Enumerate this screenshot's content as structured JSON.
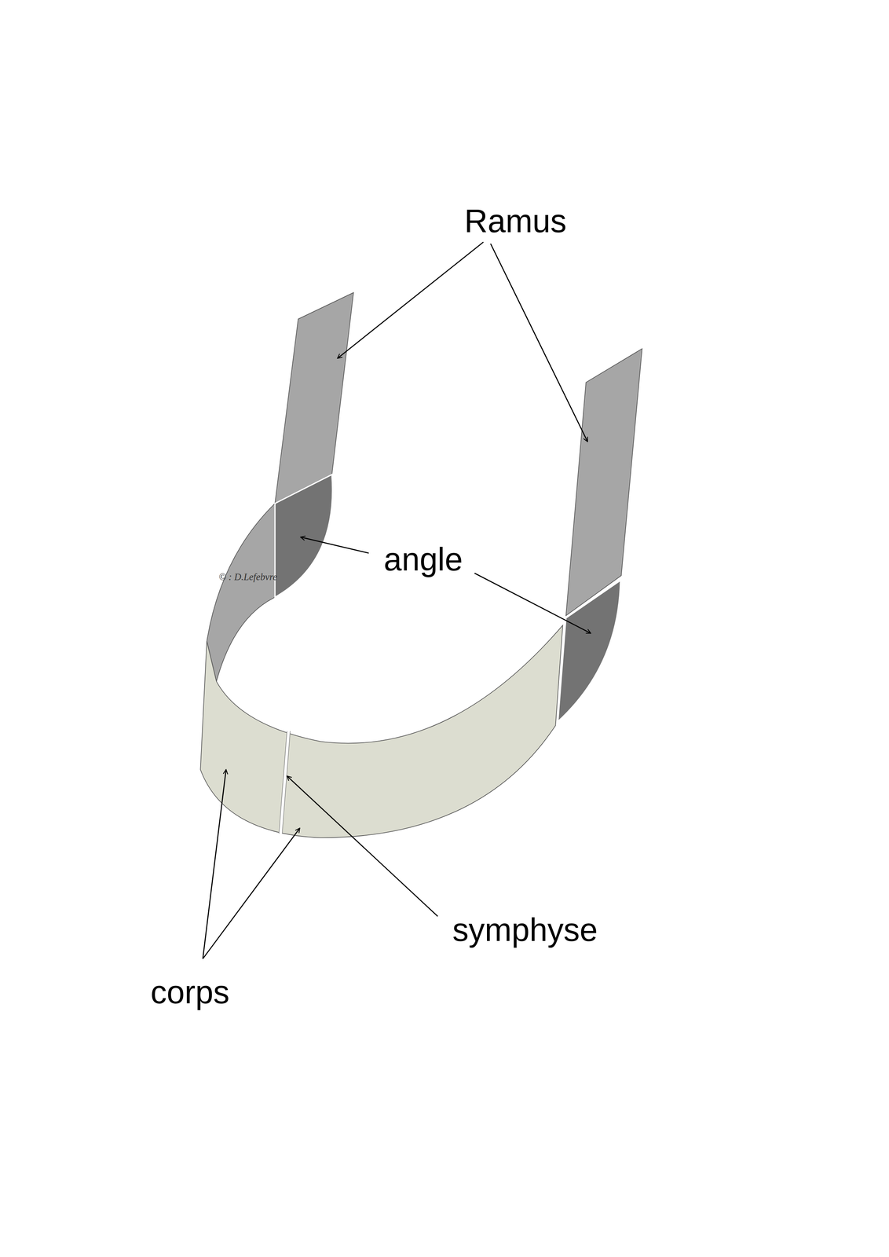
{
  "diagram": {
    "labels": [
      "Ramus",
      "angle",
      "symphyse",
      "corps",
      "© : D.Lefebvre"
    ]
  }
}
